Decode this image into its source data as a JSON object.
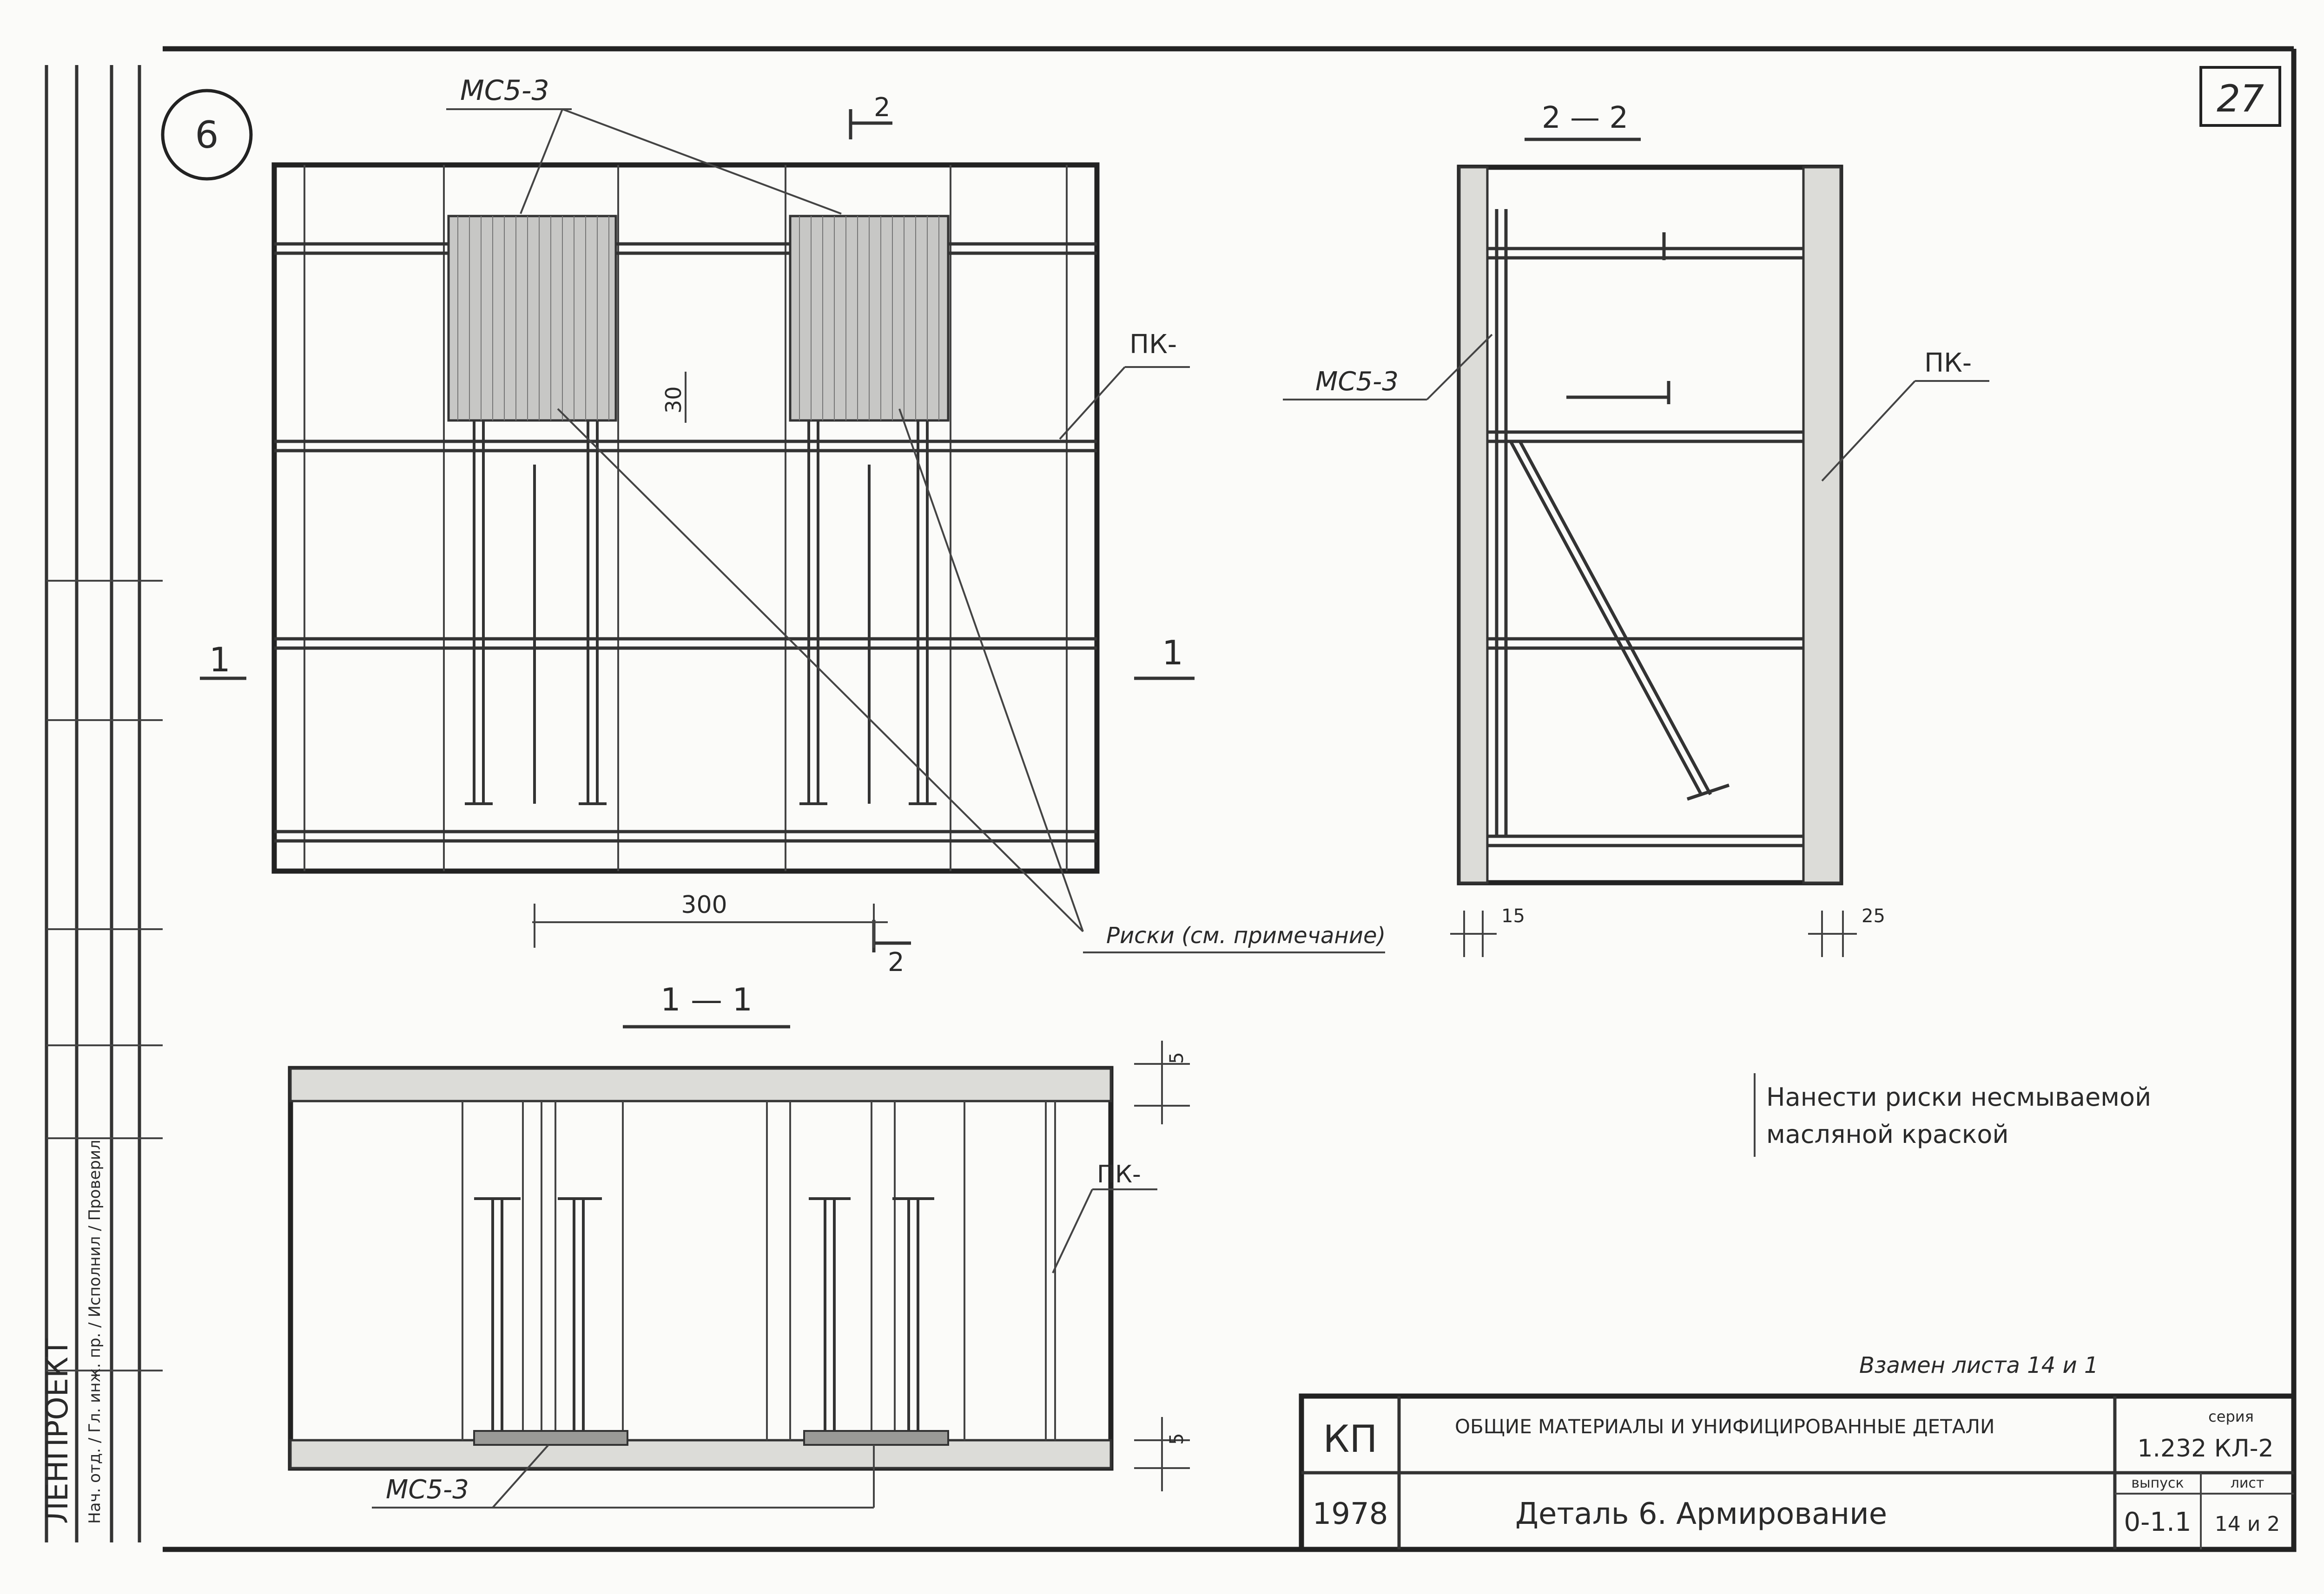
{
  "sheet_badge": "6",
  "page_number": "27",
  "views": {
    "plan_mark_left": "1",
    "plan_mark_right": "1",
    "cut_mark_top": "2",
    "cut_mark_bottom": "2",
    "dimension_300": "300",
    "dimension_30": "30",
    "section_2_2_title": "2 — 2",
    "section_1_1_title": "1 — 1",
    "dim_15": "15",
    "dim_25": "25",
    "dim_5_top": "5",
    "dim_5_bottom": "5"
  },
  "labels": {
    "mesh_mc5_3": "MC5-3",
    "pk": "ПК-",
    "marks_note": "Риски (см. примечание)"
  },
  "note": {
    "line1": "Нанести риски несмываемой",
    "line2": "масляной краской"
  },
  "replacement_note": "Взамен листа 14 и 1",
  "title_block": {
    "org": "КП",
    "year": "1978",
    "subject": "ОБЩИЕ МАТЕРИАЛЫ И УНИФИЦИРОВАННЫЕ ДЕТАЛИ",
    "sheet_title": "Деталь 6. Армирование",
    "series_label": "серия",
    "series_value": "1.232 КЛ-2",
    "issue_label": "выпуск",
    "issue_value": "0-1.1",
    "sheet_label": "лист",
    "sheet_value": "14 и 2"
  },
  "left_strip": {
    "org_vertical": "ЛЕНПРОЕКТ",
    "stamp_text": "Нач. отд. / Гл. инж. пр. / Исполнил / Проверил"
  }
}
